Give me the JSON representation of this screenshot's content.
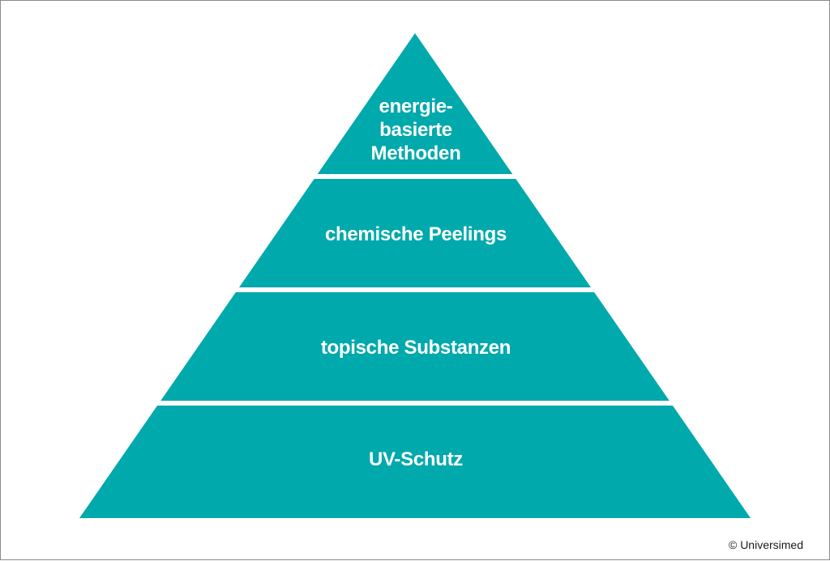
{
  "diagram": {
    "type": "pyramid",
    "fill_color": "#00a9ac",
    "separator_color": "#ffffff",
    "tiers": [
      {
        "label_lines": [
          "energie-",
          "basierte",
          "Methoden"
        ]
      },
      {
        "label_lines": [
          "chemische Peelings"
        ]
      },
      {
        "label_lines": [
          "topische Substanzen"
        ]
      },
      {
        "label_lines": [
          "UV-Schutz"
        ]
      }
    ]
  },
  "copyright": "© Universimed"
}
